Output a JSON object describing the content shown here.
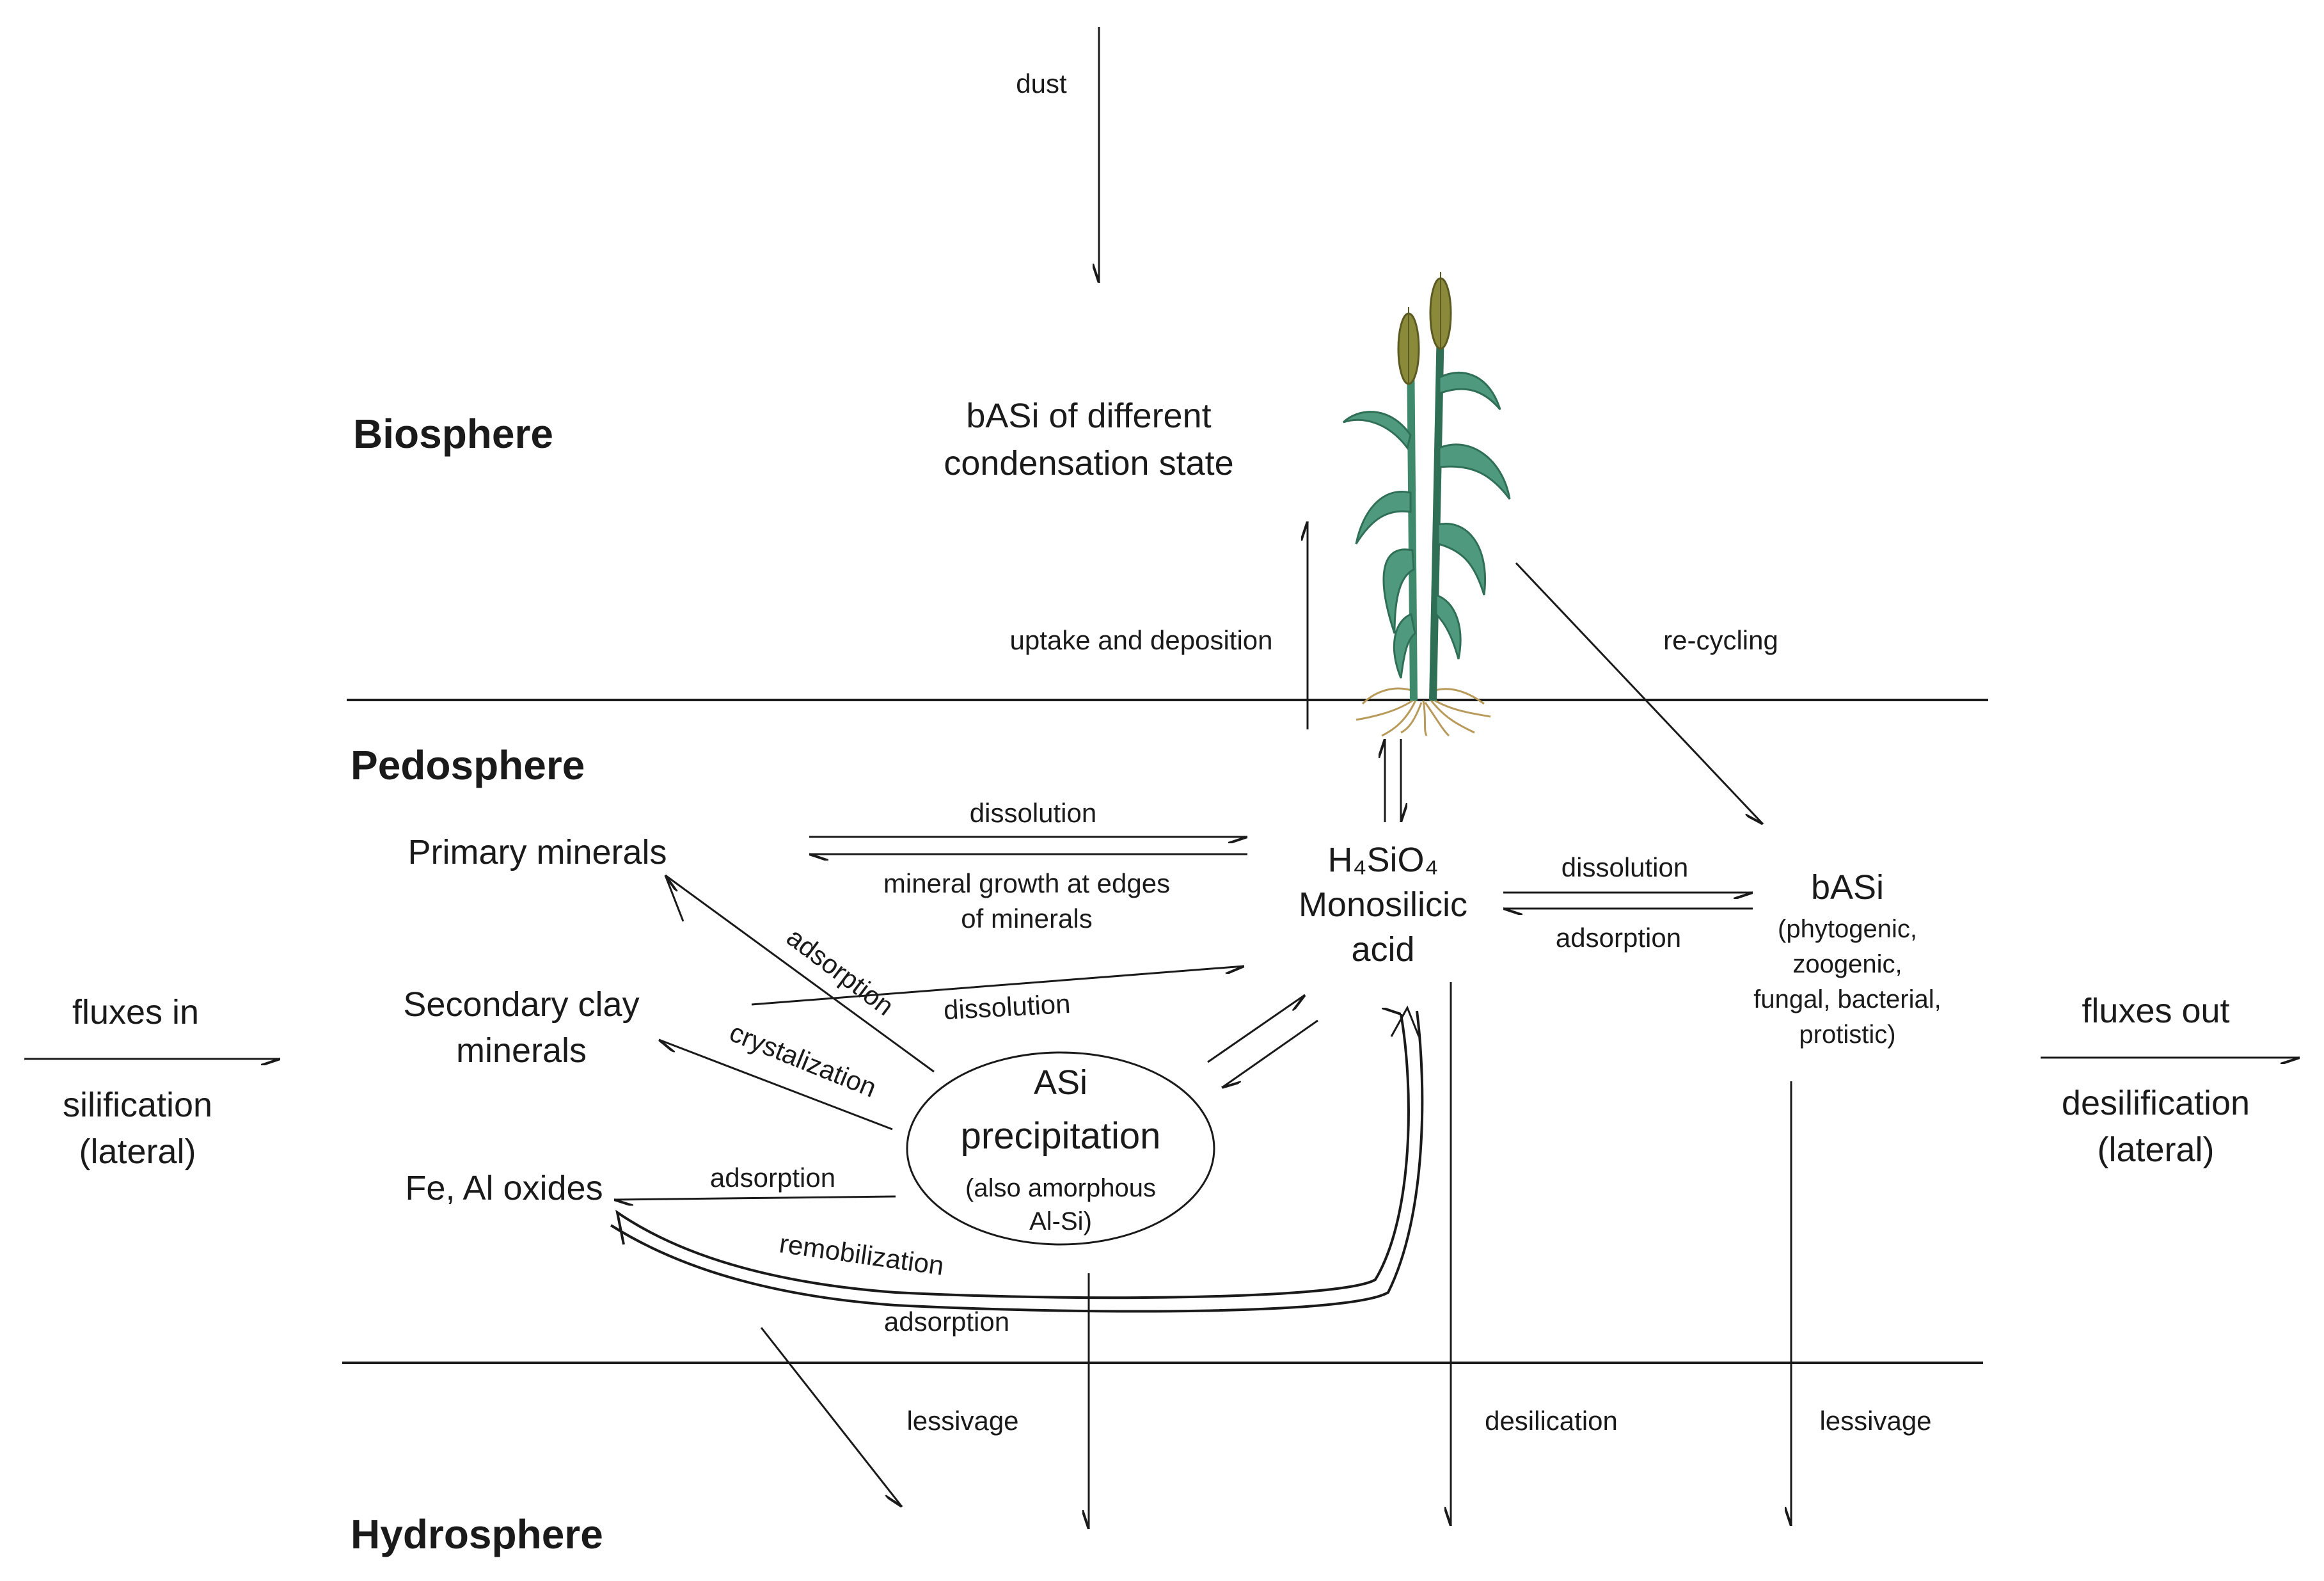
{
  "spheres": {
    "biosphere": "Biosphere",
    "pedosphere": "Pedosphere",
    "hydrosphere": "Hydrosphere"
  },
  "nodes": {
    "basi_biosphere_line1": "bASi of different",
    "basi_biosphere_line2": "condensation state",
    "primary_minerals": "Primary minerals",
    "secondary_clay_line1": "Secondary clay",
    "secondary_clay_line2": "minerals",
    "fe_al_oxides": "Fe, Al oxides",
    "h4sio4": "H₄SiO₄",
    "monosilicic_line1": "Monosilicic",
    "monosilicic_line2": "acid",
    "basi": "bASi",
    "basi_detail_line1": "(phytogenic,",
    "basi_detail_line2": "zoogenic,",
    "basi_detail_line3": "fungal, bacterial,",
    "basi_detail_line4": "protistic)",
    "asi_line1": "ASi",
    "asi_line2": "precipitation",
    "asi_line3": "(also amorphous",
    "asi_line4": "Al-Si)",
    "fluxes_in": "fluxes in",
    "silification_line1": "silification",
    "silification_line2": "(lateral)",
    "fluxes_out": "fluxes out",
    "desilification_line1": "desilification",
    "desilification_line2": "(lateral)"
  },
  "processes": {
    "dust": "dust",
    "uptake_and_deposition": "uptake and deposition",
    "re_cycling": "re-cycling",
    "dissolution_primary": "dissolution",
    "mineral_growth_line1": "mineral growth at edges",
    "mineral_growth_line2": "of minerals",
    "dissolution_basi": "dissolution",
    "adsorption_basi": "adsorption",
    "adsorption_primary": "adsorption",
    "dissolution_secondary": "dissolution",
    "crystalization": "crystalization",
    "adsorption_oxides": "adsorption",
    "remobilization": "remobilization",
    "adsorption_bottom": "adsorption",
    "lessivage_left": "lessivage",
    "desilication": "desilication",
    "lessivage_right": "lessivage"
  },
  "colors": {
    "line": "#1a1a1a",
    "plant_leaf": "#4f9a7f",
    "plant_leaf_dark": "#2f6f56",
    "plant_stem": "#3f8a6c",
    "plant_ear": "#8a8a3a",
    "plant_root": "#b89a5a"
  }
}
